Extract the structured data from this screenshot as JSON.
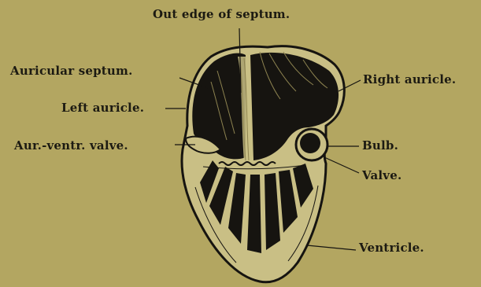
{
  "labels": {
    "out_edge_of_septum": "Out edge of septum.",
    "auricular_septum": "Auricular septum.",
    "left_auricle": "Left auricle.",
    "aur_ventr_valve": "Aur.-ventr. valve.",
    "right_auricle": "Right auricle.",
    "bulb": "Bulb.",
    "valve": "Valve.",
    "ventricle": "Ventricle."
  },
  "colors": {
    "background": "#b3a661",
    "ink": "#1c1a12",
    "tissue_dark": "#161410",
    "tissue_light": "#c9bf85"
  }
}
